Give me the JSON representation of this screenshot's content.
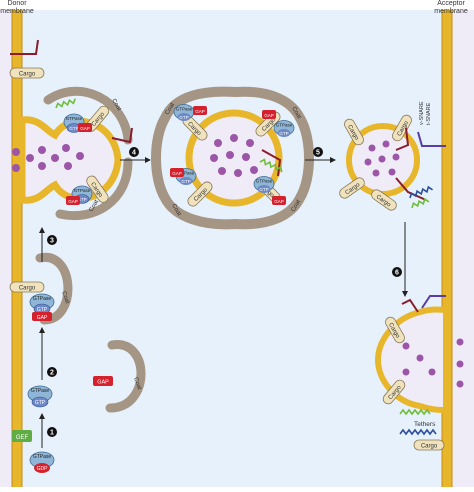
{
  "headers": {
    "donor": "Donor\nmembrane",
    "acceptor": "Acceptor\nmembrane"
  },
  "labels": {
    "cargo": "Cargo",
    "coat": "Coat",
    "gtpase": "GTPase",
    "gtp": "GTP",
    "gdp": "GDP",
    "gap": "GAP",
    "gef": "GEF",
    "v_snare": "v-SNARE",
    "t_snare": "t-SNARE",
    "tethers": "Tethers"
  },
  "steps": [
    "1",
    "2",
    "3",
    "4",
    "5",
    "6"
  ],
  "colors": {
    "cytosol": "#e6f1fb",
    "membrane_yellow": "#e8b62a",
    "membrane_orange": "#d48a1c",
    "lumen": "#f0ecf7",
    "coat": "#a59585",
    "cargo": "#efe2bd",
    "gtpase": "#8fb6d6",
    "gtp": "#6d89c7",
    "gap": "#d5212d",
    "gef": "#61ad45",
    "dots": "#9b56a8",
    "vsnare": "#8b1c2c",
    "tsnare": "#5a3da3",
    "tether_green": "#6ebe3a",
    "tether_blue": "#2b4e9e"
  }
}
